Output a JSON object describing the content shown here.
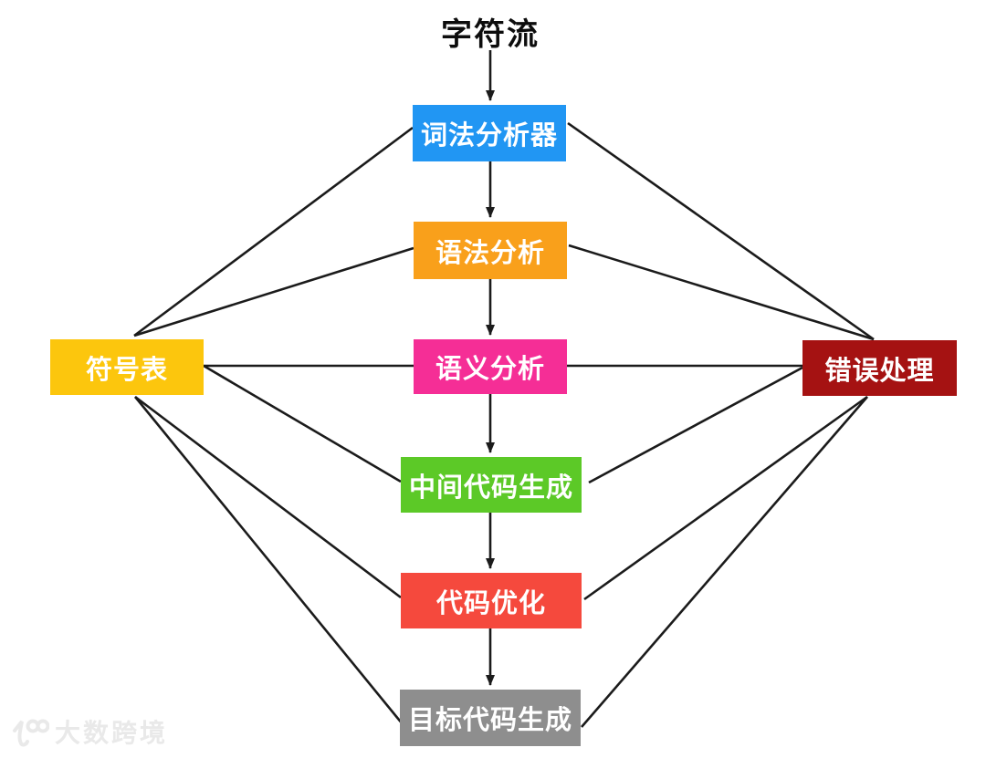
{
  "diagram": {
    "source_label": "字符流",
    "pipeline_nodes": [
      {
        "label": "词法分析器",
        "color": "#2196F3"
      },
      {
        "label": "语法分析",
        "color": "#F9A01B"
      },
      {
        "label": "语义分析",
        "color": "#F52E96"
      },
      {
        "label": "中间代码生成",
        "color": "#5CC927"
      },
      {
        "label": "代码优化",
        "color": "#F5493D"
      },
      {
        "label": "目标代码生成",
        "color": "#8E8E8E"
      }
    ],
    "side_nodes": [
      {
        "label": "符号表",
        "color": "#FCC60D",
        "position": "left"
      },
      {
        "label": "错误处理",
        "color": "#A51212",
        "position": "right"
      }
    ],
    "edge_color": "#1b1b1b",
    "edges": {
      "main_flow": [
        "字符流→词法分析器",
        "词法分析器→语法分析",
        "语法分析→语义分析",
        "语义分析→中间代码生成",
        "中间代码生成→代码优化",
        "代码优化→目标代码生成"
      ],
      "left_links": [
        "符号表–词法分析器",
        "符号表–语法分析",
        "符号表–语义分析",
        "符号表–中间代码生成",
        "符号表–代码优化",
        "符号表–目标代码生成"
      ],
      "right_links": [
        "错误处理–词法分析器",
        "错误处理–语法分析",
        "错误处理–语义分析",
        "错误处理–中间代码生成",
        "错误处理–代码优化",
        "错误处理–目标代码生成"
      ]
    }
  },
  "watermark": {
    "text": "大数跨境"
  }
}
